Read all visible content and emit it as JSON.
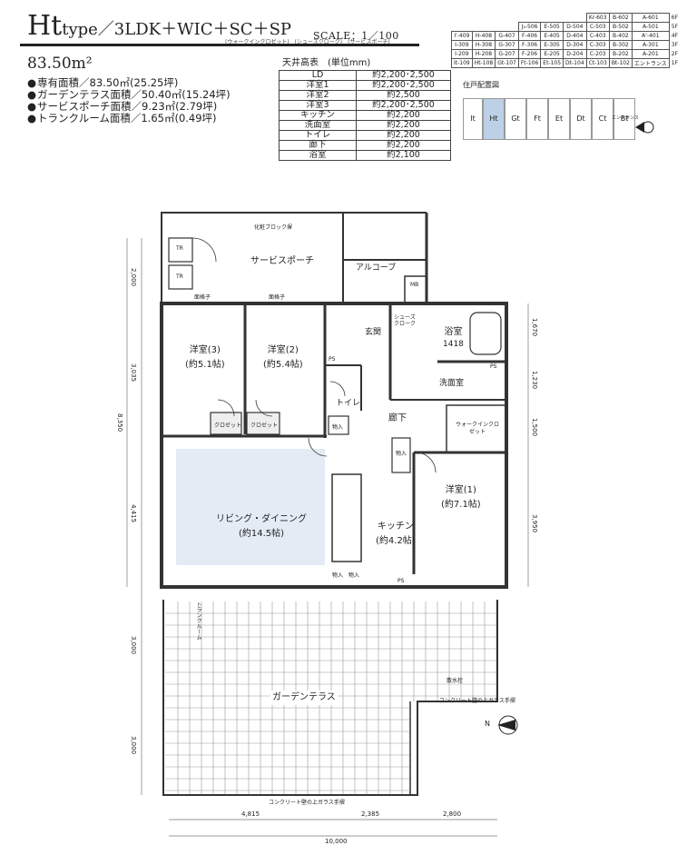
{
  "header": {
    "type_name": "Ht",
    "type_suffix": "type",
    "layout": "／3LDK＋WIC＋SC＋SP",
    "layout_ruby": "(ウォークインクロゼット)　(シューズクローク)　(サービスポーチ)",
    "scale": "SCALE：1／100"
  },
  "area": {
    "total": "83.50m²",
    "specs": [
      "専有面積／83.50㎡(25.25坪)",
      "ガーデンテラス面積／50.40㎡(15.24坪)",
      "サービスポーチ面積／9.23㎡(2.79坪)",
      "トランクルーム面積／1.65㎡(0.49坪)"
    ]
  },
  "ceiling": {
    "title": "天井高表　(単位mm)",
    "rows": [
      [
        "LD",
        "約2,200･2,500"
      ],
      [
        "洋室1",
        "約2,200･2,500"
      ],
      [
        "洋室2",
        "約2,500"
      ],
      [
        "洋室3",
        "約2,200･2,500"
      ],
      [
        "キッチン",
        "約2,200"
      ],
      [
        "洗面室",
        "約2,200"
      ],
      [
        "トイレ",
        "約2,200"
      ],
      [
        "廊下",
        "約2,200"
      ],
      [
        "浴室",
        "約2,100"
      ]
    ]
  },
  "units_table": {
    "rows": [
      [
        "",
        "",
        "",
        "",
        "",
        "Kr-603",
        "B-602",
        "A-601",
        "6F"
      ],
      [
        "",
        "",
        "J₂-506",
        "E-505",
        "D-504",
        "C-503",
        "B-502",
        "A-501",
        "5F"
      ],
      [
        "I'-409",
        "H-408",
        "G-407",
        "F-406",
        "E-405",
        "D-404",
        "C-403",
        "B-402",
        "A'-401",
        "4F"
      ],
      [
        "I-309",
        "H-308",
        "G-307",
        "F-306",
        "E-305",
        "D-304",
        "C-303",
        "B-302",
        "A-301",
        "3F"
      ],
      [
        "I-209",
        "H-208",
        "G-207",
        "F-206",
        "E-205",
        "D-204",
        "C-203",
        "B-202",
        "A-201",
        "2F"
      ],
      [
        "It-109",
        "Ht-108",
        "Gt-107",
        "Ft-106",
        "Et-105",
        "Dt-104",
        "Ct-103",
        "Bt-102",
        "エントランス",
        "1F"
      ]
    ]
  },
  "location_map": {
    "title": "住戸配置図",
    "units": [
      "It",
      "Ht",
      "Gt",
      "Ft",
      "Et",
      "Dt",
      "Ct",
      "Bt",
      "エントランス"
    ],
    "highlight": "Ht"
  },
  "plan": {
    "rooms": {
      "service_porch": "サービスポーチ",
      "alcove": "アルコーブ",
      "mb": "MB",
      "tr1": "TR",
      "tr2": "TR",
      "western3": "洋室(3)",
      "western3_size": "(約5.1帖)",
      "western2": "洋室(2)",
      "western2_size": "(約5.4帖)",
      "entrance": "玄関",
      "shoes_closet": "シューズクローク",
      "bath": "浴室",
      "bath_size": "1418",
      "washroom": "洗面室",
      "toilet": "トイレ",
      "hallway": "廊下",
      "wic": "ウォークインクロゼット",
      "western1": "洋室(1)",
      "western1_size": "(約7.1帖)",
      "living": "リビング・ダイニング",
      "living_size": "(約14.5帖)",
      "kitchen": "キッチン",
      "kitchen_size": "(約4.2帖)",
      "garden": "ガーデンテラス",
      "closet1": "クロゼット",
      "closet2": "クロゼット",
      "storage1": "物入",
      "storage2": "物入",
      "storage3": "物入",
      "storage4": "物入",
      "ps1": "PS",
      "ps2": "PS",
      "ps3": "PS"
    },
    "notes": {
      "block_fence": "化粧ブロック塀",
      "concrete_rail_right": "コンクリート壁の上ガラス手摺",
      "concrete_rail_bottom": "コンクリート壁の上ガラス手摺",
      "faucet": "散水栓",
      "trunk": "トランクルーム",
      "lattice1": "面格子",
      "lattice2": "面格子"
    },
    "dims_left": [
      "2,000",
      "3,035",
      "4,415",
      "8,350",
      "3,000",
      "3,000"
    ],
    "dims_right": [
      "1,670",
      "1,230",
      "1,500",
      "3,950"
    ],
    "dims_bottom": [
      "4,815",
      "2,385",
      "2,800",
      "10,000"
    ]
  },
  "compass": {
    "label": "N"
  }
}
